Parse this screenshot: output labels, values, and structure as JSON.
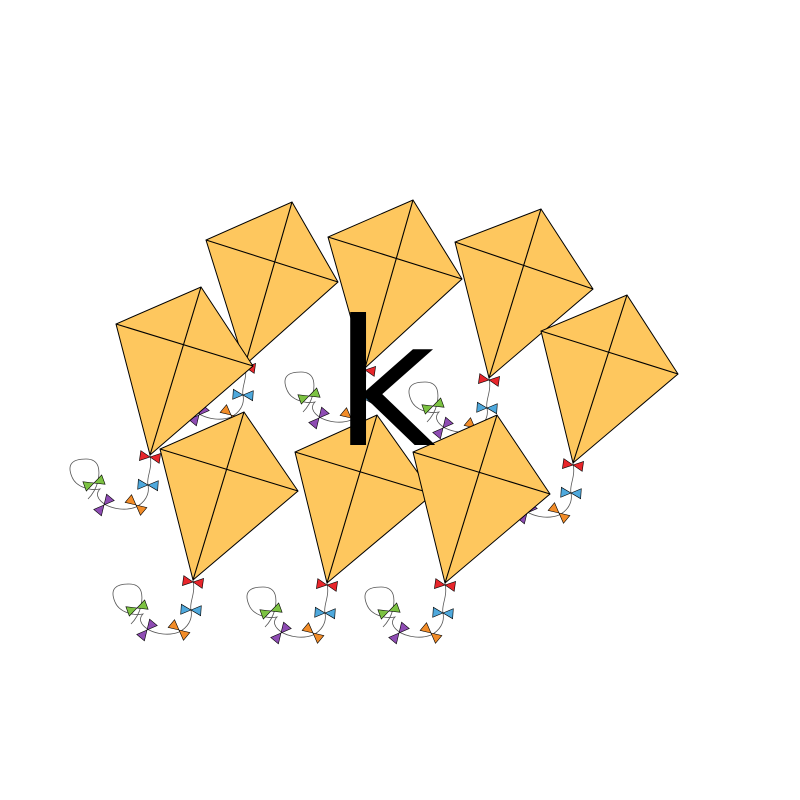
{
  "letter": "k",
  "colors": {
    "background": "#ffffff",
    "kite": "#FEC75E",
    "outline": "#000000",
    "letter": "#000000",
    "bows": [
      "#E8262B",
      "#4FA9DD",
      "#7CC242",
      "#8E4CB3",
      "#F28C28"
    ]
  },
  "kites": [
    {
      "id": "kite-1"
    },
    {
      "id": "kite-2"
    },
    {
      "id": "kite-3"
    },
    {
      "id": "kite-4"
    },
    {
      "id": "kite-5"
    },
    {
      "id": "kite-6"
    },
    {
      "id": "kite-7"
    },
    {
      "id": "kite-8"
    }
  ]
}
